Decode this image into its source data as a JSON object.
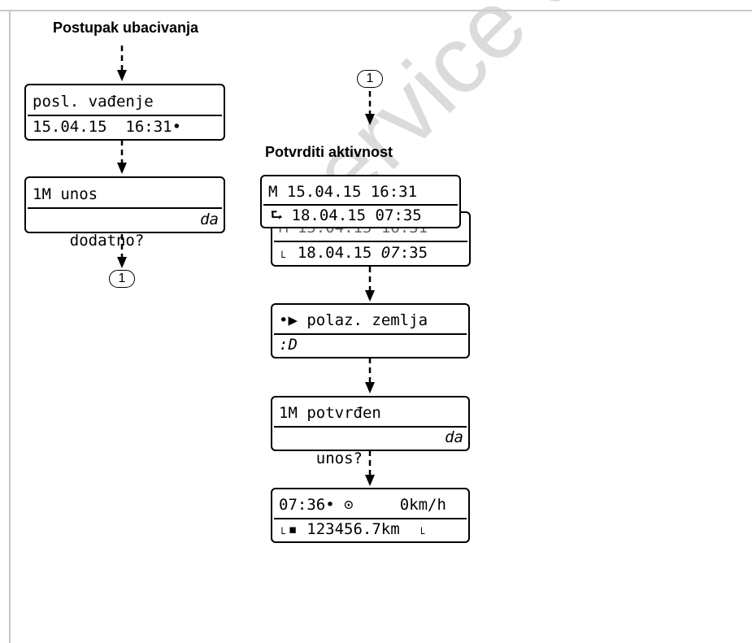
{
  "left_flow": {
    "heading": "Postupak ubacivanja",
    "display1": {
      "line1": "posl. vađenje",
      "line2": "15.04.15  16:31•"
    },
    "display2": {
      "line1": "1M unos",
      "line2_left": "dodatno?",
      "line2_right": "da"
    },
    "connector_label": "1"
  },
  "right_flow": {
    "connector_label": "1",
    "heading": "Potvrditi aktivnost",
    "display_stack_front": {
      "line1": "M 15.04.15 16:31",
      "line2_symbol": "⮑",
      "line2": " 18.04.15 07:35"
    },
    "display_stack_back": {
      "line1": "M 15.04.15 16:31",
      "line2_symbol": "˪",
      "line2_date": " 18.04.15 ",
      "line2_time_italic": "07",
      "line2_time_rest": ":35"
    },
    "display3": {
      "line1": "•▶ polaz. zemlja",
      "line2": ":D"
    },
    "display4": {
      "line1": "1M potvrđen",
      "line2_left": "unos?",
      "line2_right": "da"
    },
    "display5": {
      "line1": "07:36• ⊙     0km/h",
      "line2": "˪▪ 123456.7km  ˪"
    }
  },
  "watermark": "Service only"
}
